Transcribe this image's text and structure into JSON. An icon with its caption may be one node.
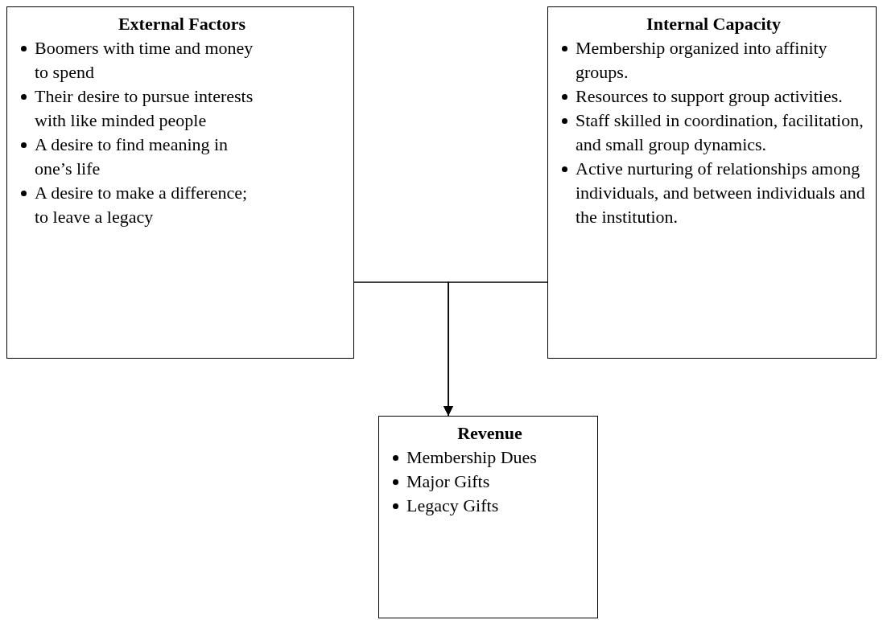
{
  "diagram": {
    "nodes": [
      {
        "text": [
          "External Factors",
          "Boomers with time and money to spend",
          "Their desire to pursue interests with like minded people",
          "A desire to find meaning in one’s life",
          "A desire to make a difference; to leave a legacy"
        ]
      },
      {
        "text": [
          "Internal Capacity",
          "Membership organized into affinity groups.",
          "Resources to support group activities.",
          "Staff skilled in coordination, facilitation, and small group dynamics.",
          "Active nurturing of relationships among individuals, and between individuals and the institution."
        ]
      },
      {
        "text": [
          "Revenue",
          "Membership Dues",
          "Major Gifts",
          "Legacy Gifts"
        ]
      }
    ],
    "edges": [
      {
        "from": 0,
        "to": 2,
        "arrow": "to"
      },
      {
        "from": 1,
        "to": 2,
        "arrow": "to"
      }
    ]
  }
}
